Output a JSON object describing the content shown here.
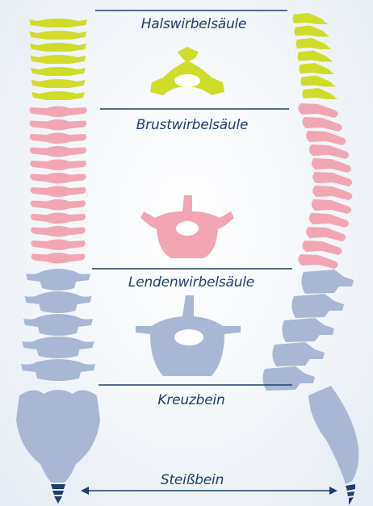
{
  "labels": {
    "cervical": "Halswirbelsäule",
    "thoracic": "Brustwirbelsäule",
    "lumbar": "Lendenwirbelsäule",
    "sacrum": "Kreuzbein",
    "coccyx": "Steißbein"
  },
  "colors": {
    "cervical": "#cfdc2a",
    "thoracic": "#f2a6b3",
    "lumbar": "#a9b7d5",
    "sacrum": "#a9b7d5",
    "coccyx": "#1f3d6e",
    "line": "#1f3d6e",
    "text": "#1f3d6e"
  },
  "counts": {
    "cervical": 7,
    "thoracic": 12,
    "lumbar": 5
  }
}
